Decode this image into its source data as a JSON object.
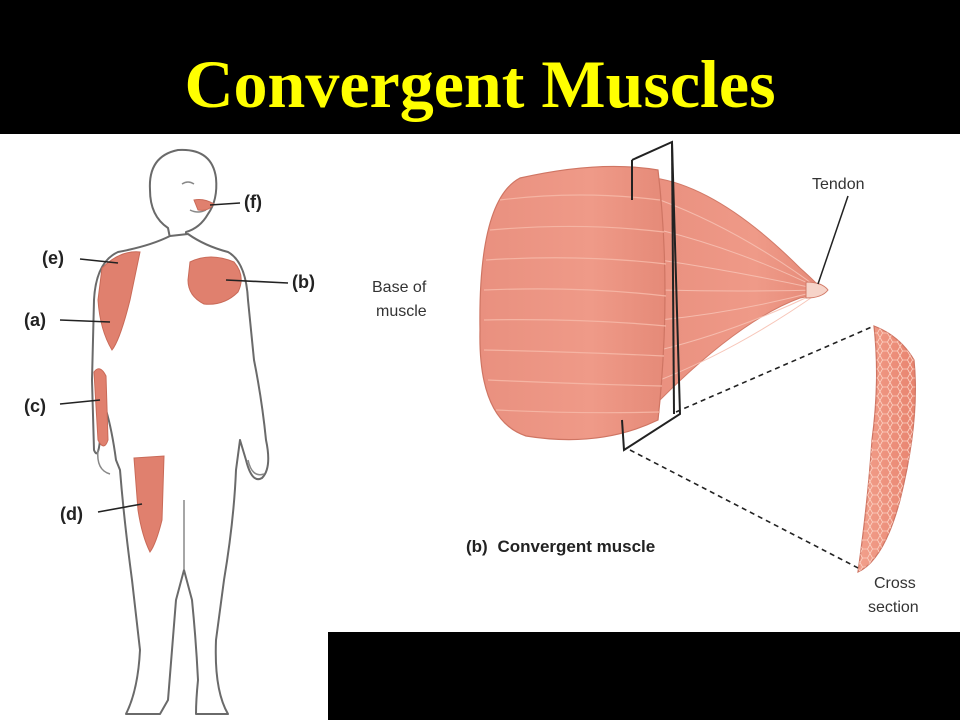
{
  "slide": {
    "title": "Convergent Muscles",
    "title_color": "#ffff00",
    "background": "#000000"
  },
  "body_figure": {
    "labels": {
      "a": "(a)",
      "b": "(b)",
      "c": "(c)",
      "d": "(d)",
      "e": "(e)",
      "f": "(f)"
    },
    "muscle_color": "#e0806e"
  },
  "muscle_figure": {
    "tendon_label": "Tendon",
    "base_label_line1": "Base of",
    "base_label_line2": "muscle",
    "cross_label_line1": "Cross",
    "cross_label_line2": "section",
    "caption_letter": "(b)",
    "caption_text": "Convergent muscle"
  }
}
